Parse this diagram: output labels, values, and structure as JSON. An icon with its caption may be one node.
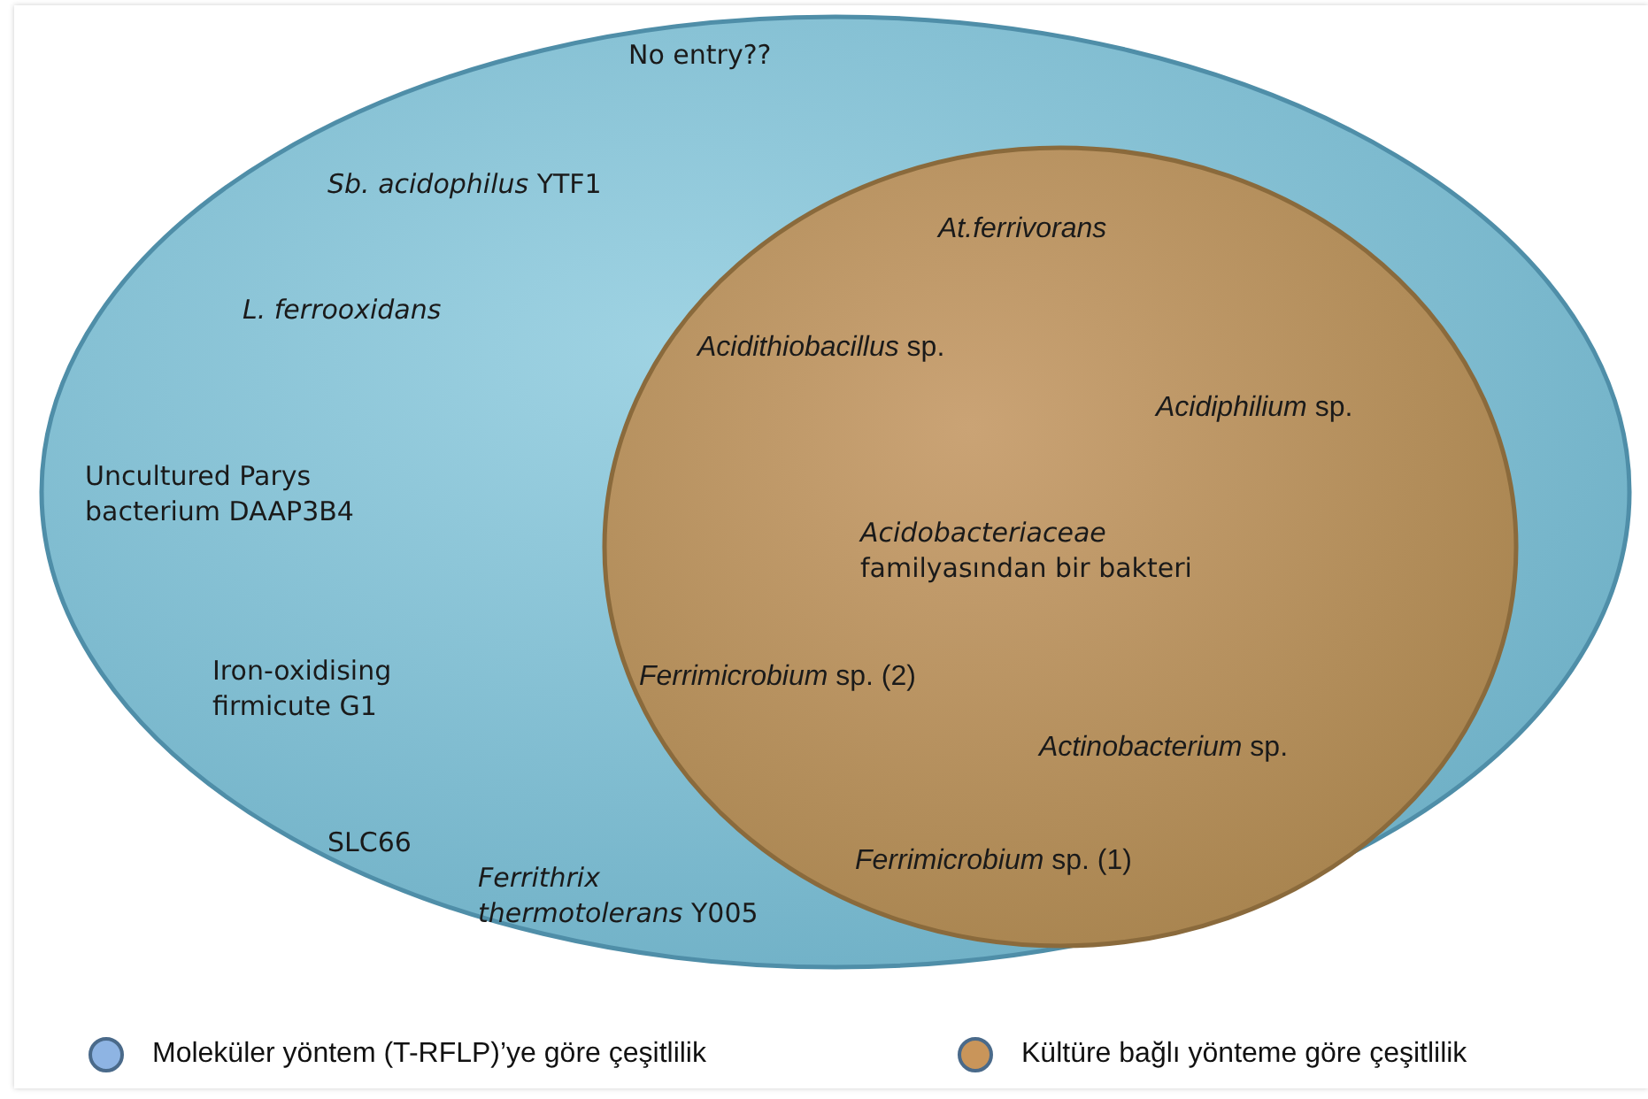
{
  "diagram": {
    "nodes": [
      {
        "text": [
          "No entry??",
          "*Sb. acidophilus* YTF1",
          "L. ferrooxidans",
          "Uncultured Parys bacterium DAAP3B4",
          "Iron-oxidising firmicute G1",
          "SLC66",
          "*Ferrithrix thermotolerans* Y005"
        ]
      },
      {
        "text": [
          "At.ferrivorans",
          "*Acidithiobacillus* sp.",
          "*Acidiphilium* sp.",
          "*Acidobacteriaceae* familyasından bir bakteri",
          "*Ferrimicrobium* sp. (2)",
          "*Actinobacterium* sp.",
          "*Ferrimicrobium* sp. (1)"
        ],
        "in": 0
      }
    ],
    "legend": [
      {
        "text": "Moleküler yöntem (T-RFLP)’ye göre çeşitlilik",
        "color": "#8eb4e3"
      },
      {
        "text": "Kültüre bağlı yönteme göre çeşitlilik",
        "color": "#c9955a"
      }
    ]
  }
}
